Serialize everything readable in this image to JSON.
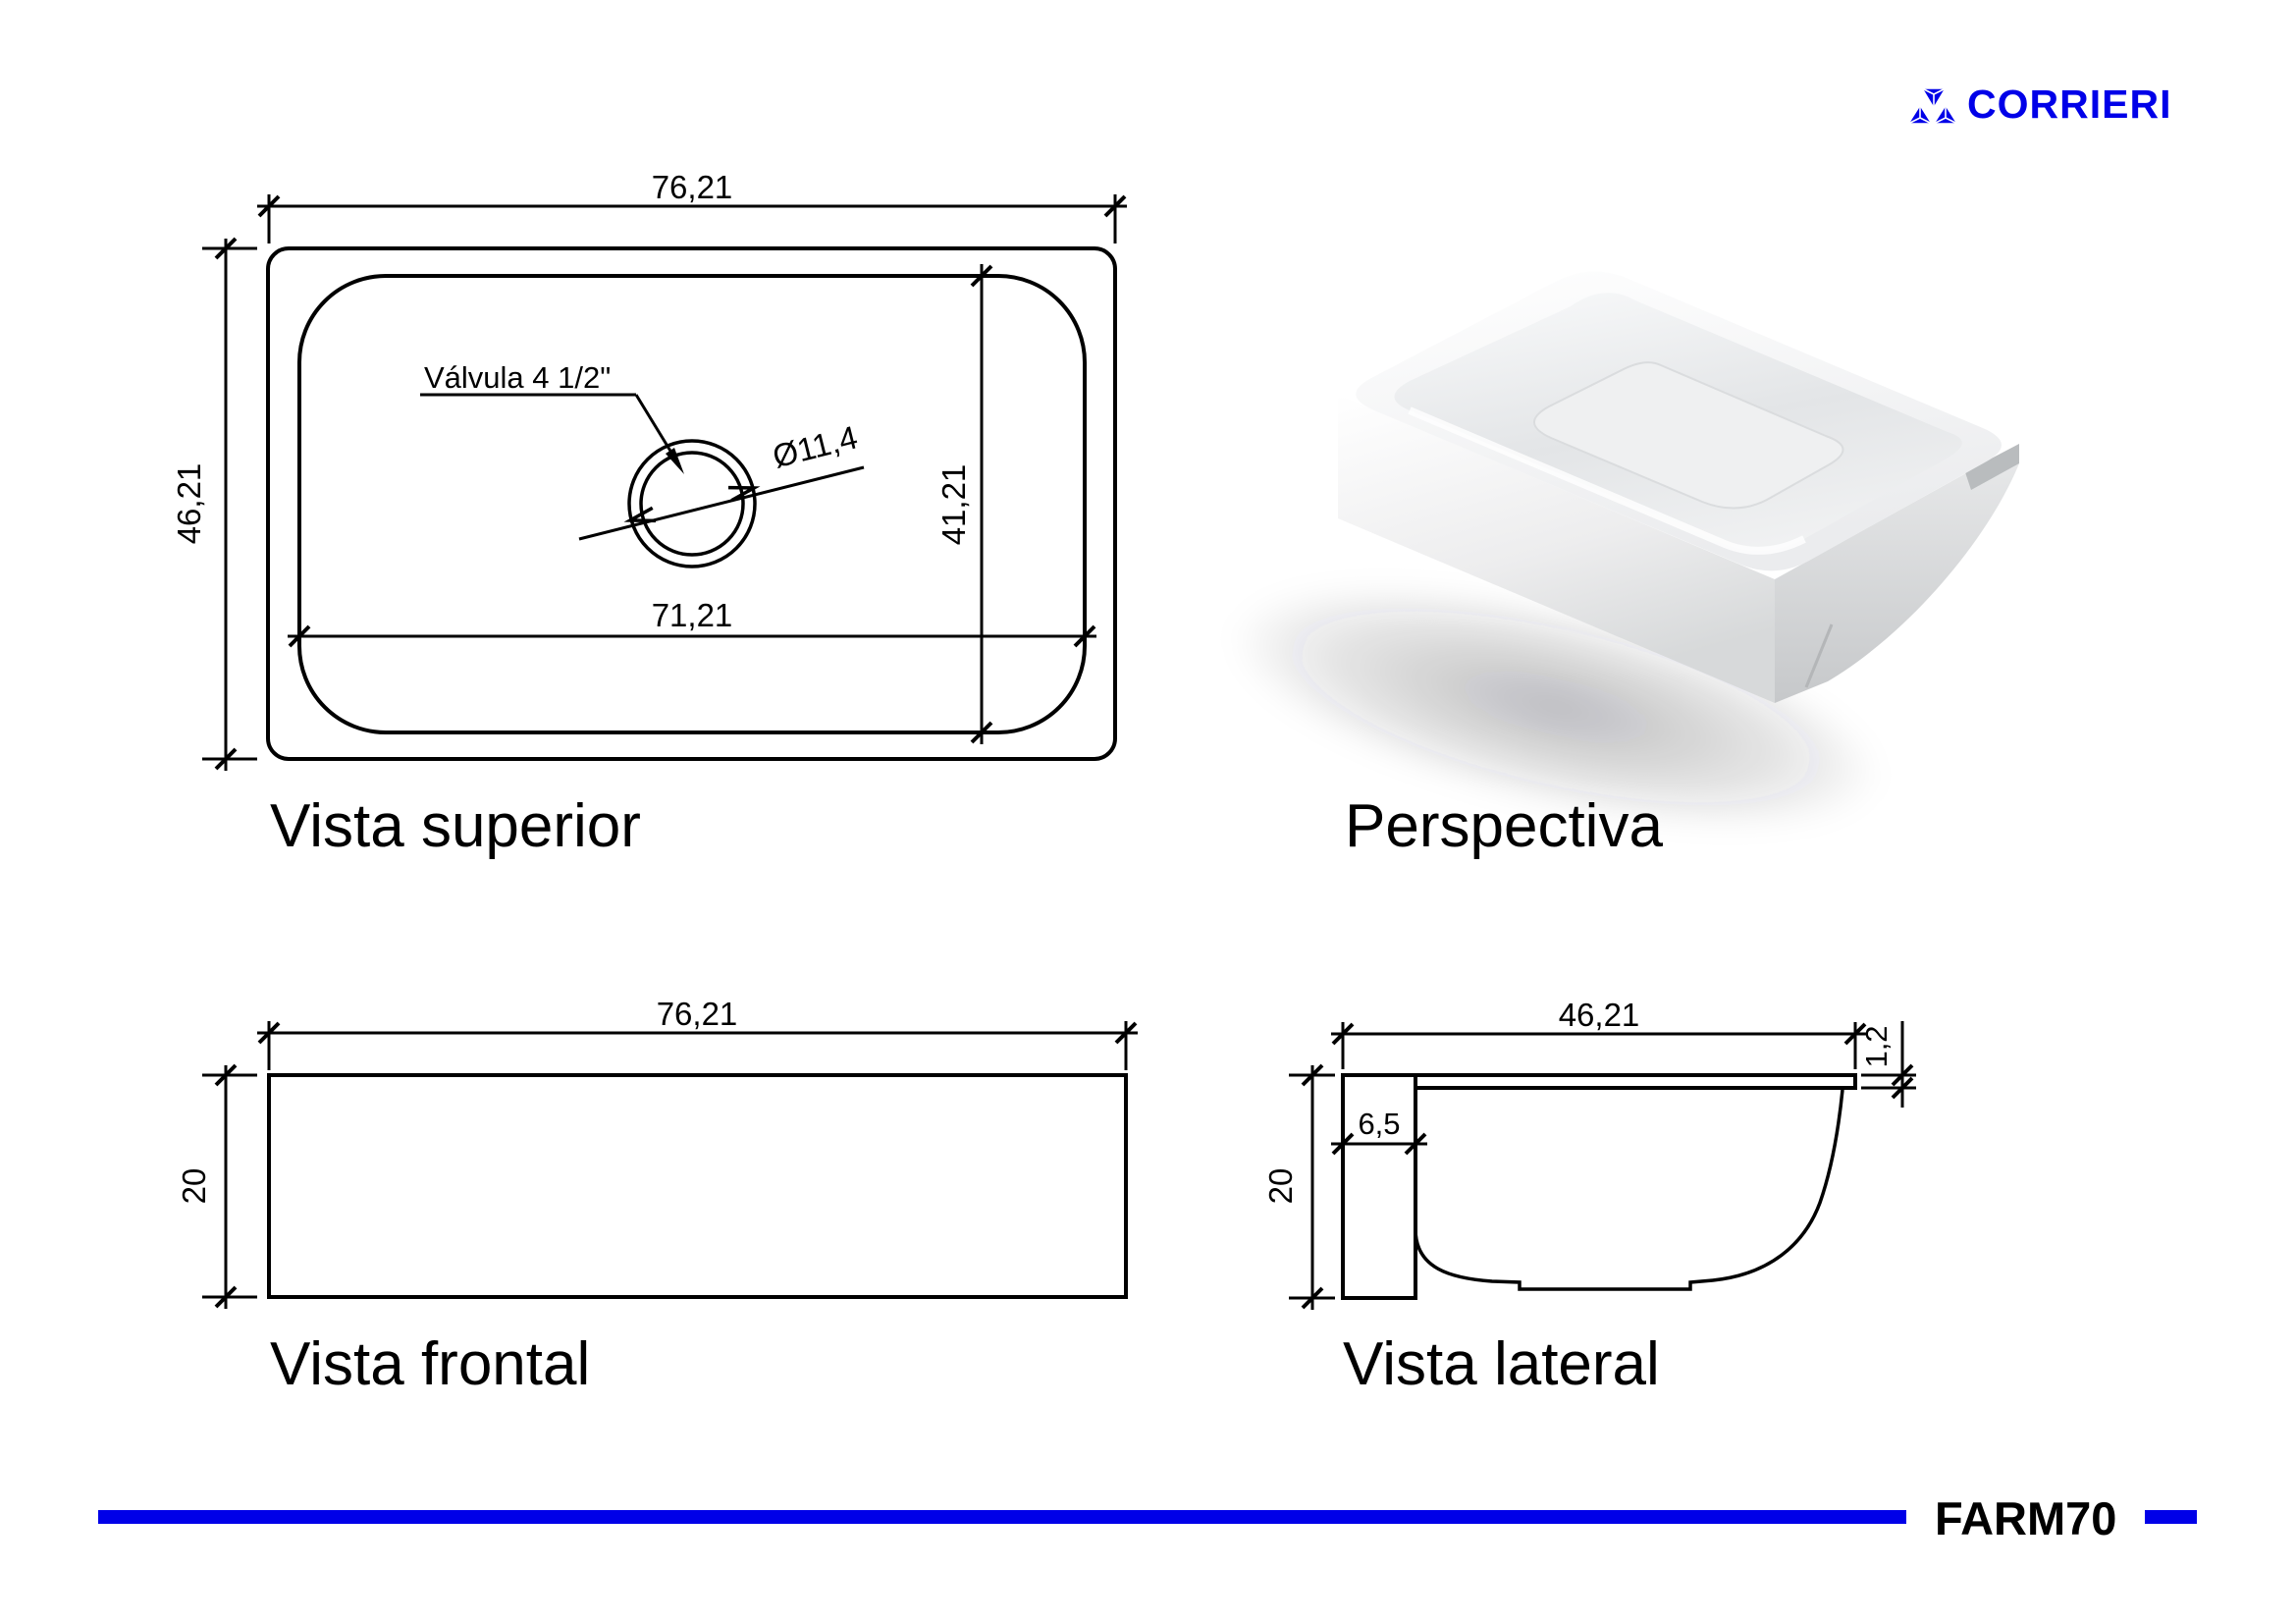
{
  "brand": {
    "name": "CORRIERI",
    "color": "#0000E8",
    "logo_icon": "three-pyramid-triangles"
  },
  "footer": {
    "code": "FARM70",
    "line_color": "#0000E8"
  },
  "views": {
    "top": {
      "label": "Vista superior",
      "overall_width": "76,21",
      "overall_depth": "46,21",
      "bowl_width": "71,21",
      "bowl_depth": "41,21",
      "drain_diameter": "Ø11,4",
      "drain_note": "Válvula 4 1/2\""
    },
    "perspective": {
      "label": "Perspectiva"
    },
    "front": {
      "label": "Vista frontal",
      "width": "76,21",
      "height": "20"
    },
    "side": {
      "label": "Vista lateral",
      "depth": "46,21",
      "height": "20",
      "apron_thickness": "6,5",
      "rim_thickness": "1,2"
    }
  }
}
